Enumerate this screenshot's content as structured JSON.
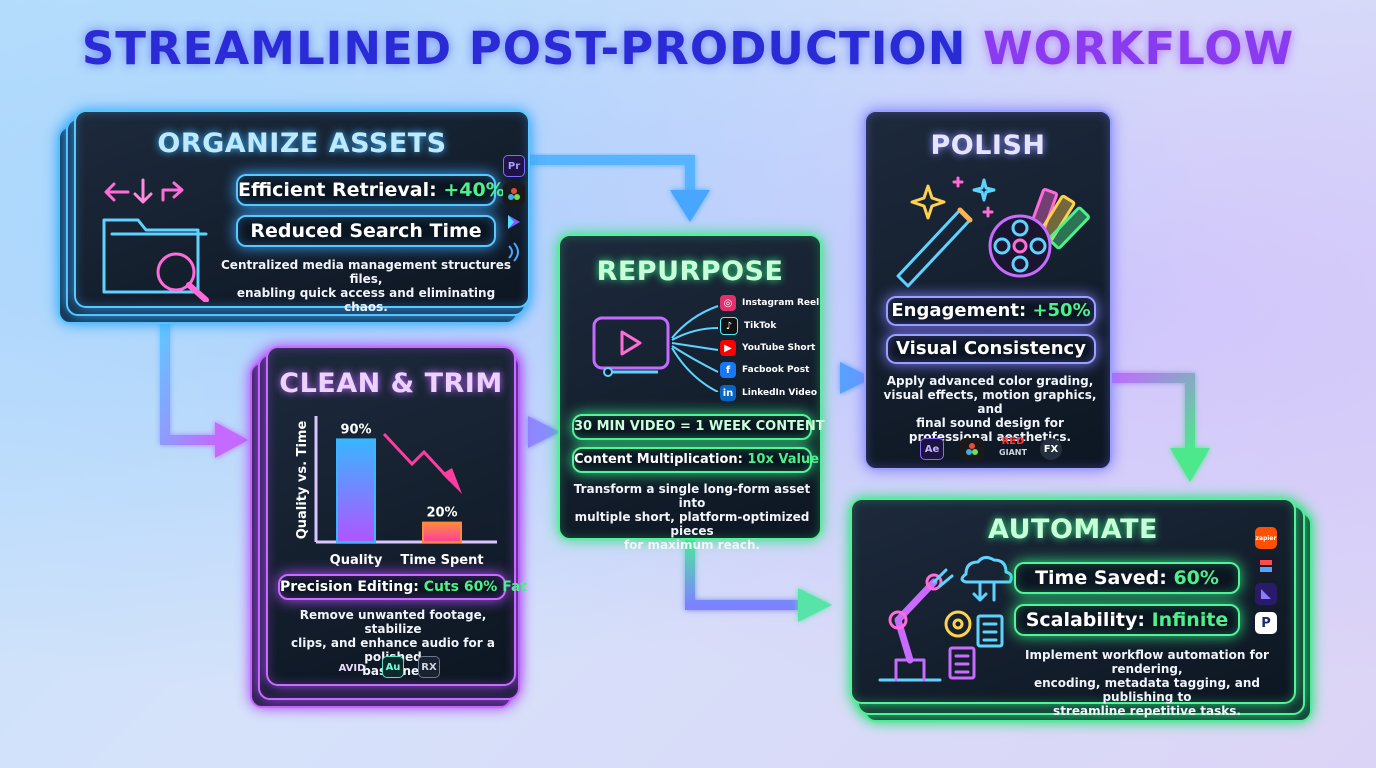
{
  "title": {
    "part1": "STREAMLINED POST-PRODUCTION",
    "part2": "WORKFLOW"
  },
  "colors": {
    "blue": "#59c8ff",
    "purple": "#c96bff",
    "green": "#52f39a",
    "violet": "#9aa0ff",
    "metric_green": "#4df08a"
  },
  "organize": {
    "title": "ORGANIZE ASSETS",
    "metric1_label": "Efficient Retrieval: ",
    "metric1_value": "+40%",
    "metric2_label": "Reduced Search Time",
    "desc_line1": "Centralized media management structures files,",
    "desc_line2": "enabling quick access and eliminating chaos.",
    "icons": [
      "arrows-icon",
      "folder-search-icon"
    ],
    "apps": [
      "Pr",
      "resolve-icon",
      "frameio-icon"
    ]
  },
  "clean": {
    "title": "CLEAN & TRIM",
    "metric_label": "Precision Editing: ",
    "metric_value": "Cuts 60% Fat",
    "desc_line1": "Remove unwanted footage, stabilize",
    "desc_line2": "clips, and enhance audio for a polished",
    "desc_line3": "baseline.",
    "apps": [
      "AVID",
      "Au",
      "RX"
    ]
  },
  "chart_data": {
    "type": "bar",
    "categories": [
      "Quality",
      "Time Spent"
    ],
    "values": [
      90,
      20
    ],
    "data_labels": [
      "90%",
      "20%"
    ],
    "ylabel": "Quality vs. Time",
    "ylim": [
      0,
      100
    ],
    "colors": [
      "#38b6ff",
      "#ff8a3d"
    ],
    "trend": "decreasing"
  },
  "repurpose": {
    "title": "REPURPOSE",
    "platforms": [
      {
        "label": "Instagram Reel",
        "icon": "instagram-icon",
        "color": "#e1306c"
      },
      {
        "label": "TikTok",
        "icon": "tiktok-icon",
        "color": "#111111"
      },
      {
        "label": "YouTube Short",
        "icon": "youtube-icon",
        "color": "#ff0000"
      },
      {
        "label": "Facbook Post",
        "icon": "facebook-icon",
        "color": "#1877f2"
      },
      {
        "label": "LinkedIn Video",
        "icon": "linkedin-icon",
        "color": "#0a66c2"
      }
    ],
    "metric1_label": "30 MIN VIDEO = 1 WEEK CONTENT",
    "metric2_label": "Content Multiplication: ",
    "metric2_value": "10x Value",
    "desc_line1": "Transform a single long-form asset into",
    "desc_line2": "multiple short, platform-optimized pieces",
    "desc_line3": "for maximum reach."
  },
  "polish": {
    "title": "POLISH",
    "metric1_label": "Engagement: ",
    "metric1_value": "+50%",
    "metric2_label": "Visual Consistency",
    "desc_line1": "Apply advanced color grading,",
    "desc_line2": "visual effects, motion graphics, and",
    "desc_line3": "final sound design for",
    "desc_line4": "professional aesthetics.",
    "apps": [
      "Ae",
      "resolve-icon",
      "RED",
      "GIANT",
      "FX"
    ]
  },
  "automate": {
    "title": "AUTOMATE",
    "metric1_label": "Time Saved: ",
    "metric1_value": "60%",
    "metric2_label": "Scalability: ",
    "metric2_value": "Infinite",
    "desc_line1": "Implement workflow automation for rendering,",
    "desc_line2": "encoding, metadata tagging, and publishing to",
    "desc_line3": "streamline repetitive tasks.",
    "apps": [
      "zapier",
      "make-icon",
      "frameio-icon",
      "P"
    ]
  }
}
